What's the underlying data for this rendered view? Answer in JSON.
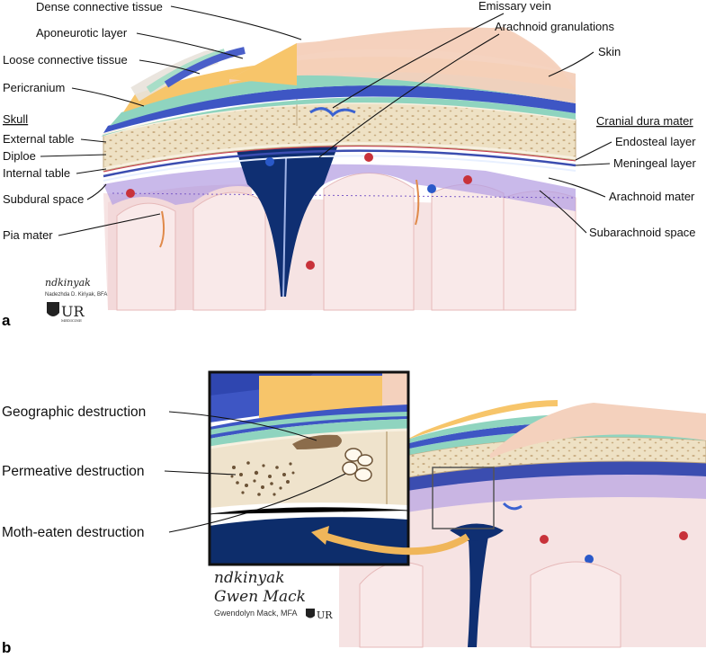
{
  "panel_a": {
    "letter": "a",
    "labels": {
      "dense_connective_tissue": "Dense connective tissue",
      "aponeurotic_layer": "Aponeurotic layer",
      "loose_connective_tissue": "Loose connective tissue",
      "pericranium": "Pericranium",
      "skull": "Skull",
      "external_table": "External table",
      "diploe": "Diploe",
      "internal_table": "Internal table",
      "subdural_space": "Subdural space",
      "pia_mater": "Pia mater",
      "emissary_vein": "Emissary vein",
      "arachnoid_granulations": "Arachnoid granulations",
      "skin": "Skin",
      "cranial_dura_mater": "Cranial dura mater",
      "endosteal_layer": "Endosteal layer",
      "meningeal_layer": "Meningeal layer",
      "arachnoid_mater": "Arachnoid mater",
      "subarachnoid_space": "Subarachnoid space"
    },
    "signature": "ndkinyak",
    "credit": "Nadezhda D. Kiriyak, BFA",
    "logo_text": "UR",
    "logo_subtext": "MEDICINE"
  },
  "panel_b": {
    "letter": "b",
    "labels": {
      "geographic_destruction": "Geographic destruction",
      "permeative_destruction": "Permeative destruction",
      "moth_eaten_destruction": "Moth-eaten destruction"
    },
    "signature_1": "ndkinyak",
    "signature_2": "Gwen Mack",
    "credit": "Gwendolyn Mack, MFA",
    "logo_text": "UR"
  },
  "colors": {
    "skin": "#f4d3c2",
    "dense_tissue": "#f7c56a",
    "aponeurotic": "#4a5fc9",
    "loose_tissue": "#9fd9c3",
    "bone": "#efe3cc",
    "dura": "#2b3f96",
    "venous_sinus": "#0d2d6b",
    "arachnoid": "#8a6fd0",
    "brain": "#f6e1e1",
    "artery": "#c8323a",
    "pia": "#e08a4a"
  }
}
